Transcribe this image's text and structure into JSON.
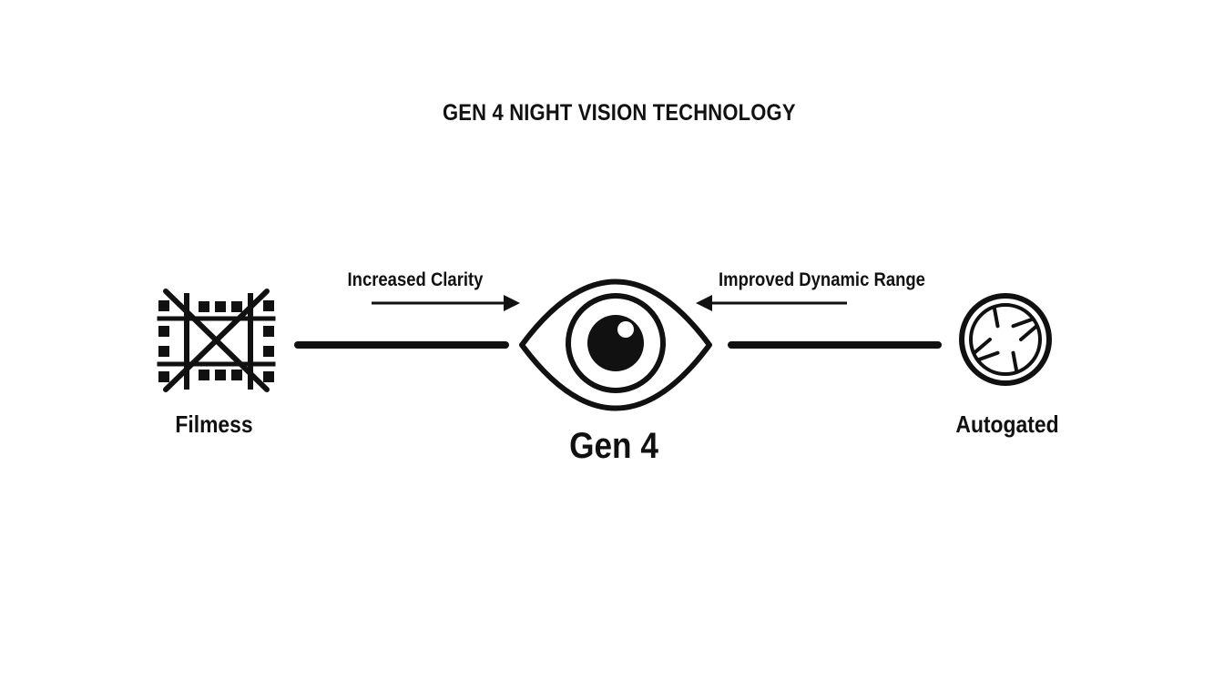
{
  "title": "GEN 4 NIGHT VISION TECHNOLOGY",
  "arrows": {
    "left_label": "Increased Clarity",
    "right_label": "Improved Dynamic Range"
  },
  "nodes": {
    "left": {
      "label": "Filmess",
      "icon": "crossed-film-strip-icon"
    },
    "center": {
      "label": "Gen 4",
      "icon": "eye-icon"
    },
    "right": {
      "label": "Autogated",
      "icon": "camera-aperture-icon"
    }
  },
  "colors": {
    "stroke": "#111111",
    "background": "#ffffff"
  }
}
